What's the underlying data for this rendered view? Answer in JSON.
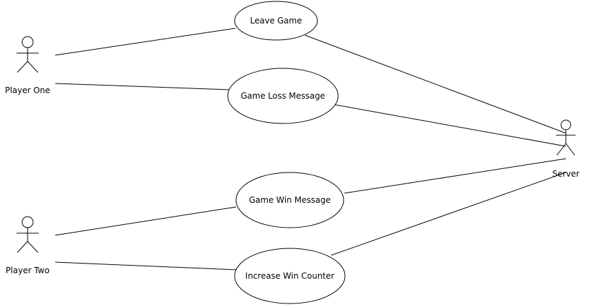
{
  "diagram": {
    "actors": {
      "player_one": "Player One",
      "player_two": "Player Two",
      "server": "Server"
    },
    "use_cases": {
      "leave_game": "Leave Game",
      "game_loss_message": "Game Loss Message",
      "game_win_message": "Game Win Message",
      "increase_win_counter": "Increase Win Counter"
    },
    "associations": [
      {
        "from": "Player One",
        "to": "Leave Game"
      },
      {
        "from": "Player One",
        "to": "Game Loss Message"
      },
      {
        "from": "Player Two",
        "to": "Game Win Message"
      },
      {
        "from": "Player Two",
        "to": "Increase Win Counter"
      },
      {
        "from": "Leave Game",
        "to": "Server"
      },
      {
        "from": "Game Loss Message",
        "to": "Server"
      },
      {
        "from": "Game Win Message",
        "to": "Server"
      },
      {
        "from": "Increase Win Counter",
        "to": "Server"
      }
    ]
  }
}
